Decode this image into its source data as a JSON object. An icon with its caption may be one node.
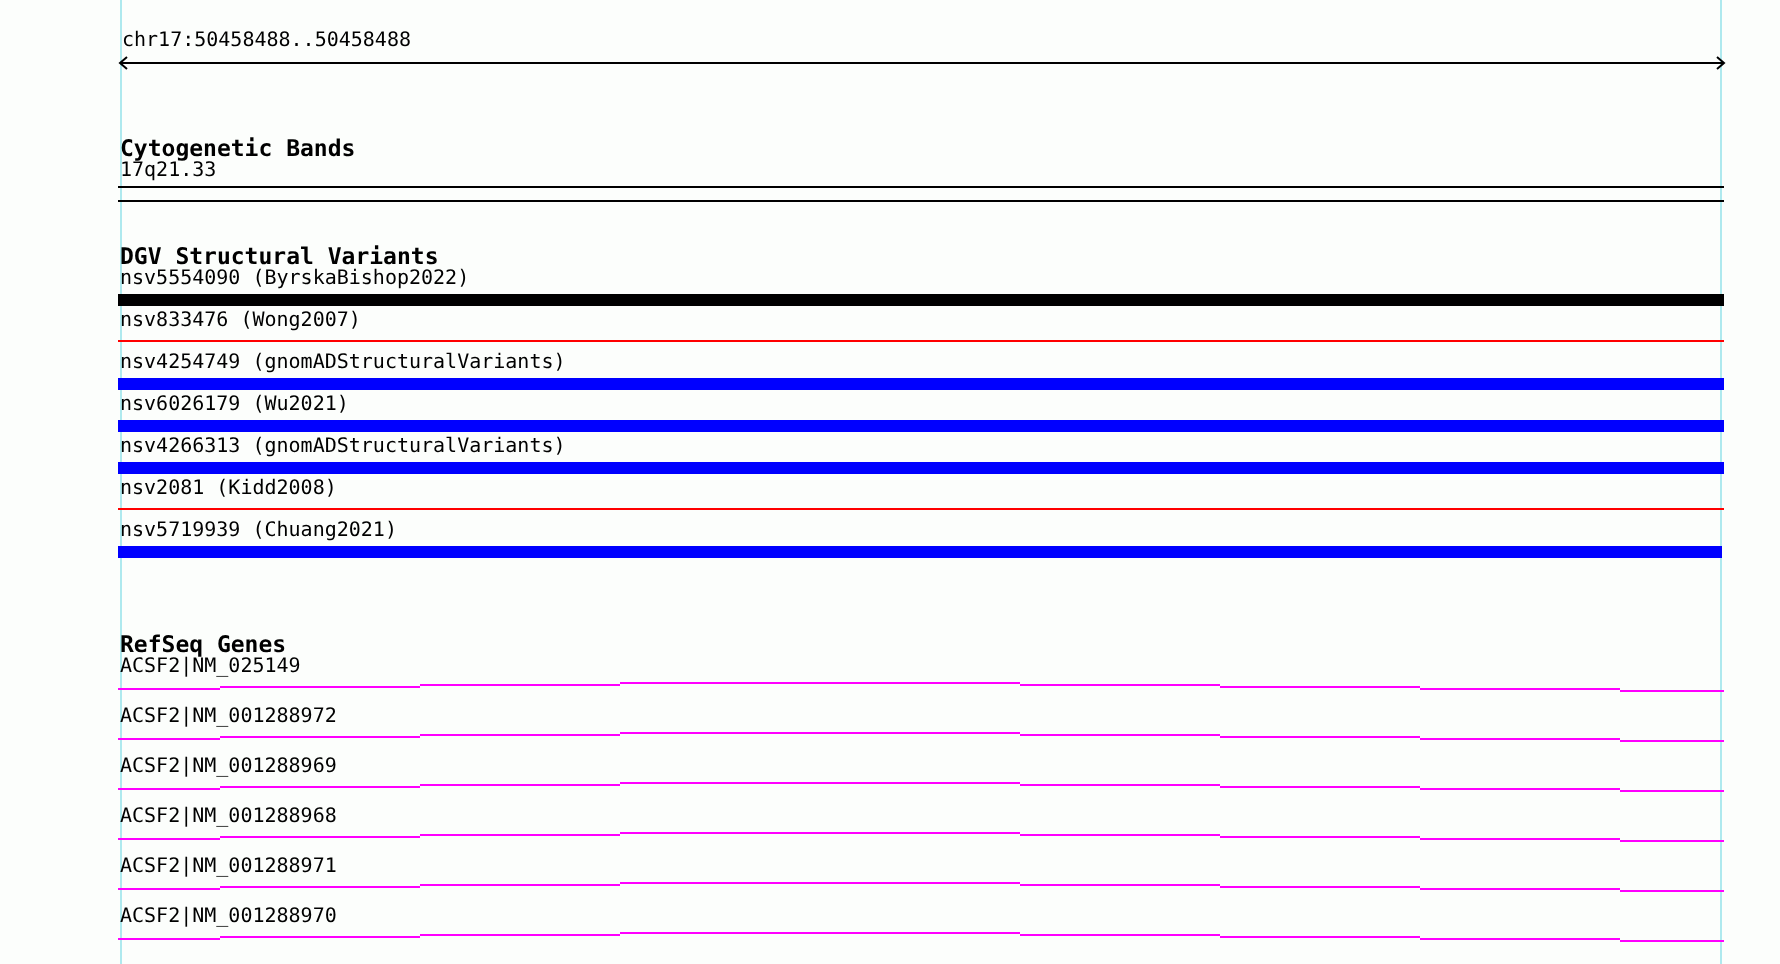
{
  "diagram": {
    "nodes": [
      {
        "text": [
          "17q21.33"
        ]
      },
      {
        "text": [
          "nsv5554090 (ByrskaBishop2022)"
        ]
      },
      {
        "text": [
          "nsv833476 (Wong2007)"
        ]
      },
      {
        "text": [
          "nsv4254749 (gnomADStructuralVariants)"
        ]
      },
      {
        "text": [
          "nsv6026179 (Wu2021)"
        ]
      },
      {
        "text": [
          "nsv4266313 (gnomADStructuralVariants)"
        ]
      },
      {
        "text": [
          "nsv2081 (Kidd2008)"
        ]
      },
      {
        "text": [
          "nsv5719939 (Chuang2021)"
        ]
      },
      {
        "text": [
          "ACSF2|NM_025149"
        ]
      },
      {
        "text": [
          "ACSF2|NM_001288972"
        ]
      },
      {
        "text": [
          "ACSF2|NM_001288969"
        ]
      },
      {
        "text": [
          "ACSF2|NM_001288968"
        ]
      },
      {
        "text": [
          "ACSF2|NM_001288971"
        ]
      },
      {
        "text": [
          "ACSF2|NM_001288970"
        ]
      }
    ],
    "labels": [
      "chr17:50458488..50458488",
      "Cytogenetic Bands",
      "DGV Structural Variants",
      "RefSeq Genes"
    ]
  }
}
